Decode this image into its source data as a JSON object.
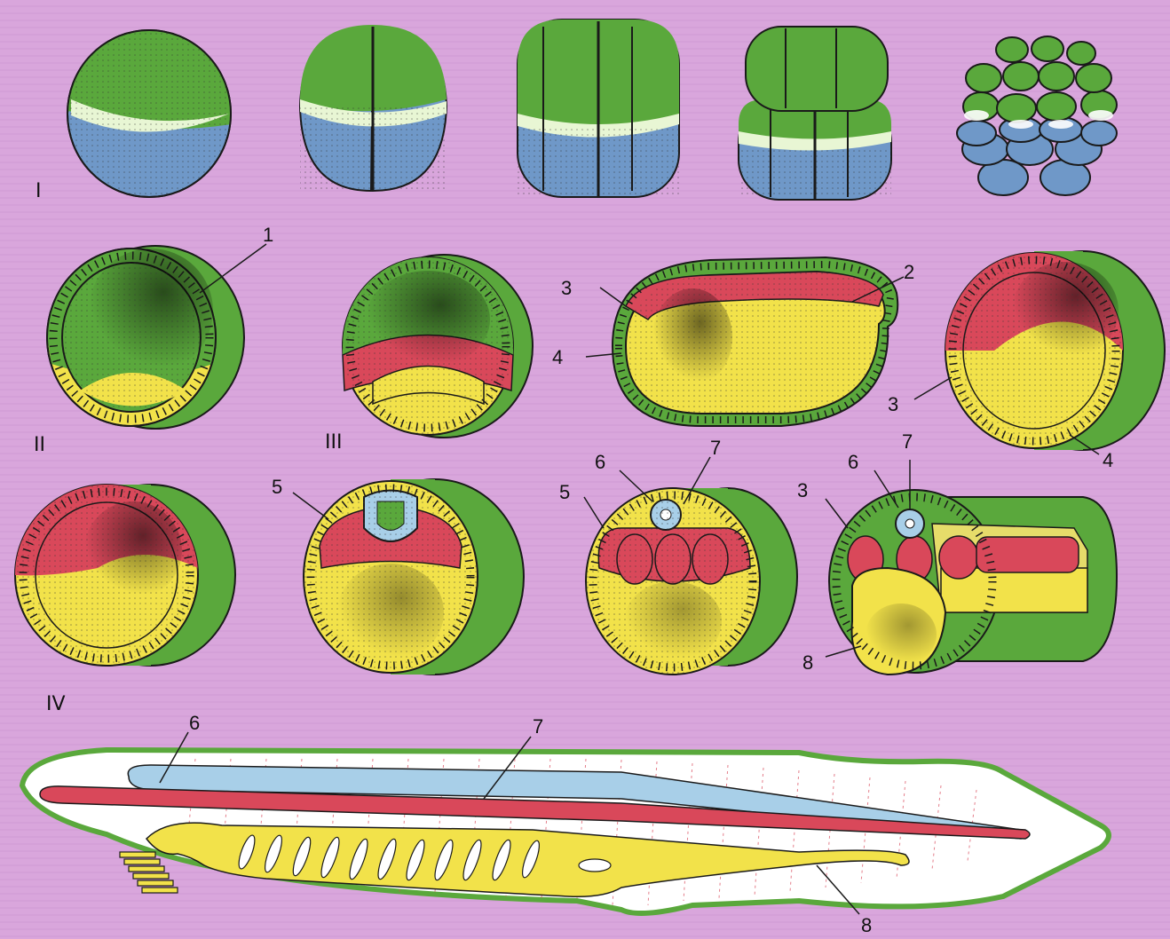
{
  "colors": {
    "background": "#d9a6dc",
    "ectoderm": "#5aa83c",
    "endoderm": "#f2e24a",
    "mesoderm": "#d9485a",
    "neural": "#a8cfe8",
    "yolk_blue": "#6f98c8",
    "outline": "#1a1a1a"
  },
  "stage_labels": {
    "I": "I",
    "II": "II",
    "III": "III",
    "IV": "IV"
  },
  "part_labels": {
    "l1": "1",
    "l2": "2",
    "l3a": "3",
    "l4a": "4",
    "l3b": "3",
    "l4b": "4",
    "l5a": "5",
    "l5b": "5",
    "l6a": "6",
    "l7a": "7",
    "l3c": "3",
    "l6b": "6",
    "l7b": "7",
    "l8a": "8",
    "l6c": "6",
    "l7c": "7",
    "l8b": "8"
  }
}
